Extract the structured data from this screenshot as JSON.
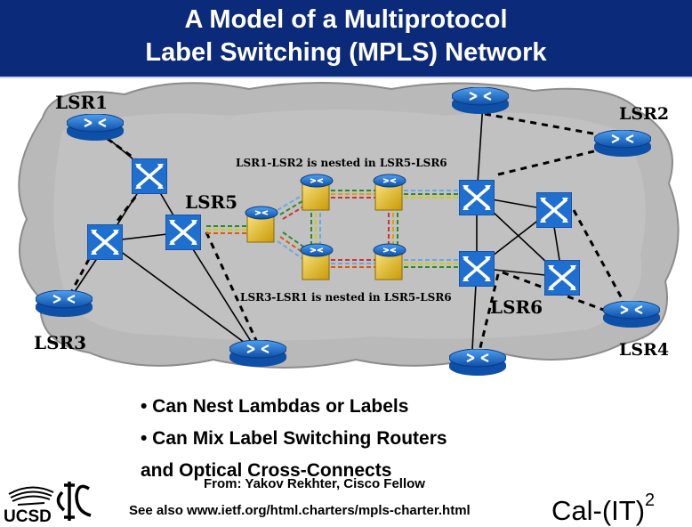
{
  "title": {
    "line1": "A Model of a Multiprotocol",
    "line2": "Label Switching (MPLS) Network"
  },
  "diagram": {
    "nodes": {
      "lsr1": "LSR1",
      "lsr2": "LSR2",
      "lsr3": "LSR3",
      "lsr4": "LSR4",
      "lsr5": "LSR5",
      "lsr6": "LSR6"
    },
    "notes": {
      "top": "LSR1-LSR2 is nested in LSR5-LSR6",
      "bottom": "LSR3-LSR1 is nested in LSR5-LSR6"
    },
    "icons": {
      "router": "router-icon",
      "cross_connect": "optical-cross-connect-icon",
      "lambda_router": "label-switch-router-icon"
    },
    "colors": {
      "cloud": "#b9b9b9",
      "router": "#1f6fd0",
      "switch": "#1f6fd0",
      "lsr_box": "#e8c21c"
    }
  },
  "bullets": [
    "• Can Nest Lambdas or Labels",
    "• Can Mix Label Switching Routers",
    "and Optical Cross-Connects"
  ],
  "credit": "From: Yakov Rekhter, Cisco Fellow",
  "see_also": "See also www.ietf.org/html.charters/mpls-charter.html",
  "brand": {
    "main": "Cal-(IT)",
    "superscript": "2"
  },
  "logos": {
    "ucsd": "UCSD"
  }
}
